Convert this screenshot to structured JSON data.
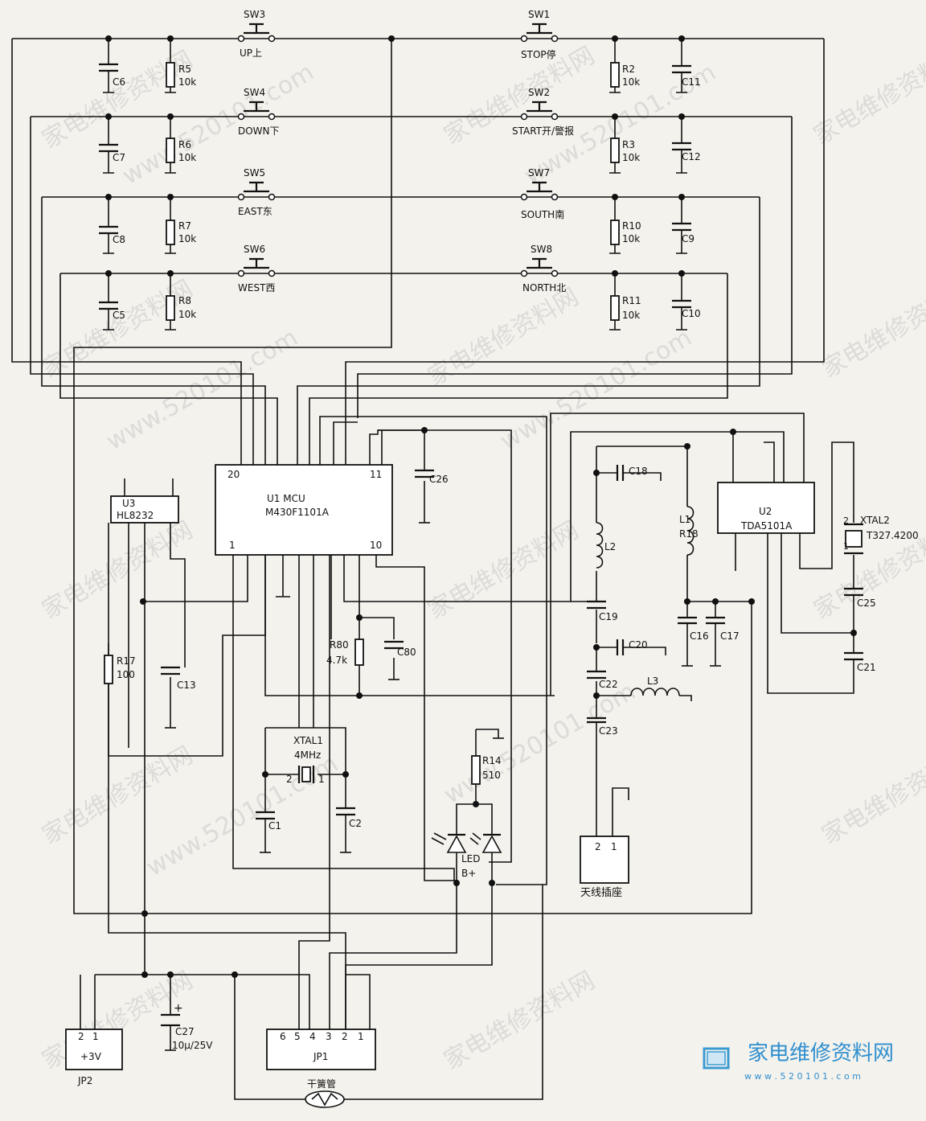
{
  "watermark": {
    "text_cn": "家电维修资料网",
    "text_url": "www.520101.com",
    "logo_cn": "家电维修资料网",
    "logo_url": "w w w . 5 2 0 1 0 1 . c o m"
  },
  "switches": [
    {
      "ref": "SW3",
      "label": "UP上"
    },
    {
      "ref": "SW4",
      "label": "DOWN下"
    },
    {
      "ref": "SW5",
      "label": "EAST东"
    },
    {
      "ref": "SW6",
      "label": "WEST西"
    },
    {
      "ref": "SW1",
      "label": "STOP停"
    },
    {
      "ref": "SW2",
      "label": "START开/警报"
    },
    {
      "ref": "SW7",
      "label": "SOUTH南"
    },
    {
      "ref": "SW8",
      "label": "NORTH北"
    }
  ],
  "resistors": [
    {
      "ref": "R5",
      "value": "10k"
    },
    {
      "ref": "R6",
      "value": "10k"
    },
    {
      "ref": "R7",
      "value": "10k"
    },
    {
      "ref": "R8",
      "value": "10k"
    },
    {
      "ref": "R2",
      "value": "10k"
    },
    {
      "ref": "R3",
      "value": "10k"
    },
    {
      "ref": "R10",
      "value": "10k"
    },
    {
      "ref": "R11",
      "value": "10k"
    },
    {
      "ref": "R80",
      "value": "4.7k"
    },
    {
      "ref": "R17",
      "value": "100"
    },
    {
      "ref": "R14",
      "value": "510"
    }
  ],
  "capacitors": [
    "C6",
    "C7",
    "C8",
    "C5",
    "C11",
    "C12",
    "C9",
    "C10",
    "C26",
    "C18",
    "C19",
    "C20",
    "C22",
    "C23",
    "C16",
    "C17",
    "C25",
    "C21",
    "C13",
    "C80",
    "C1",
    "C2"
  ],
  "c27": {
    "ref": "C27",
    "value": "10μ/25V",
    "plus": "+"
  },
  "mcu": {
    "title": "U1 MCU",
    "part": "M430F1101A",
    "pin20": "20",
    "pin11": "11",
    "pin1": "1",
    "pin10": "10"
  },
  "u3": {
    "ref": "U3",
    "part": "HL8232"
  },
  "u2": {
    "ref": "U2",
    "part": "TDA5101A"
  },
  "xtal1": {
    "ref": "XTAL1",
    "freq": "4MHz",
    "pin2": "2",
    "pin1": "1"
  },
  "xtal2": {
    "ref": "XTAL2",
    "part": "T327.4200",
    "pin2": "2",
    "pin1": "1"
  },
  "inductors": [
    {
      "ref": "L2"
    },
    {
      "ref": "L1"
    },
    {
      "ref": "R18"
    },
    {
      "ref": "L3"
    }
  ],
  "led": {
    "label": "LED",
    "bplus": "B+"
  },
  "antenna": {
    "label": "天线插座",
    "pin2": "2",
    "pin1": "1"
  },
  "jp1": {
    "ref": "JP1",
    "pins": [
      "6",
      "5",
      "4",
      "3",
      "2",
      "1"
    ]
  },
  "jp2": {
    "ref": "JP2",
    "label": "+3V",
    "pins": [
      "2",
      "1"
    ]
  },
  "reed": {
    "label": "干簧管"
  }
}
